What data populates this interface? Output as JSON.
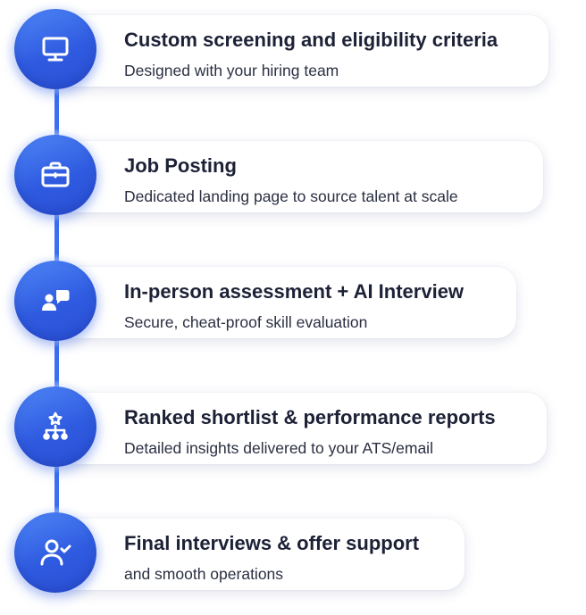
{
  "accent_color": "#3b6ff2",
  "steps": [
    {
      "icon": "monitor-icon",
      "title": "Custom screening and eligibility criteria",
      "subtitle": "Designed with your hiring team"
    },
    {
      "icon": "briefcase-icon",
      "title": "Job Posting",
      "subtitle": "Dedicated landing page to source talent at scale"
    },
    {
      "icon": "chat-user-icon",
      "title": "In-person assessment + AI Interview",
      "subtitle": "Secure, cheat-proof skill evaluation"
    },
    {
      "icon": "ranking-hierarchy-icon",
      "title": "Ranked shortlist & performance reports",
      "subtitle": "Detailed insights delivered to your ATS/email"
    },
    {
      "icon": "user-check-icon",
      "title": "Final interviews & offer support",
      "subtitle": "and smooth operations"
    }
  ]
}
